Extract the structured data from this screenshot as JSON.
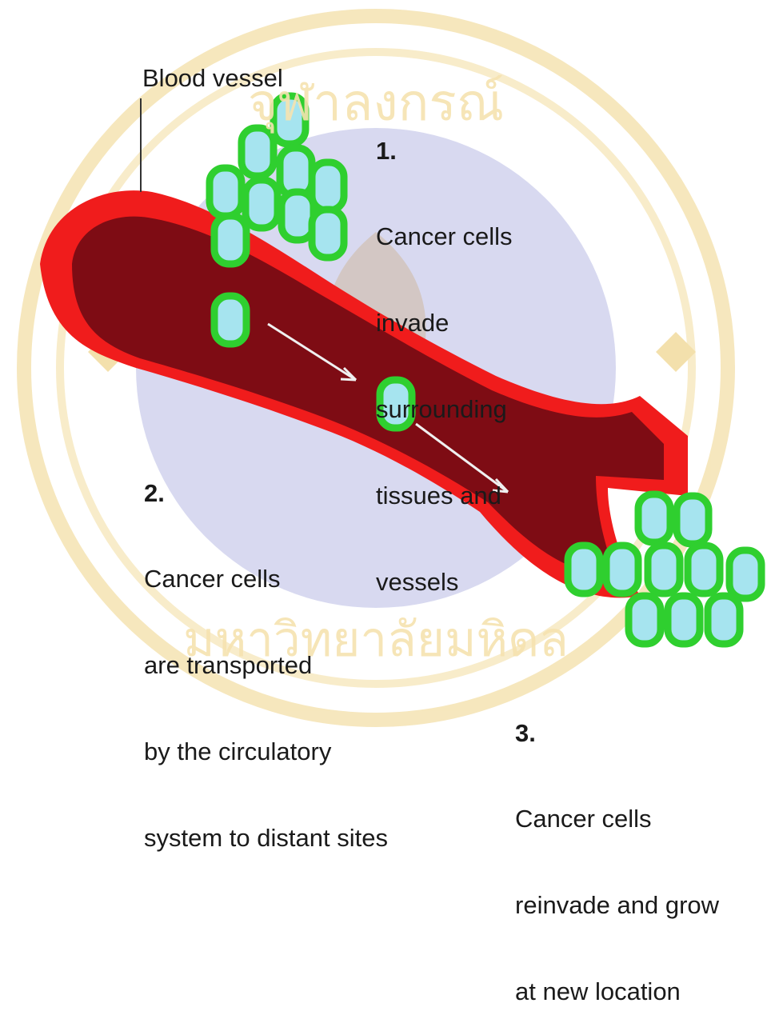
{
  "labels": {
    "vessel": "Blood vessel",
    "step1_num": "1.",
    "step1_lines": [
      "Cancer cells",
      "invade",
      "surrounding",
      "tissues and",
      "vessels"
    ],
    "step2_num": "2.",
    "step2_lines": [
      "Cancer cells",
      "are transported",
      "by the circulatory",
      "system to distant sites"
    ],
    "step3_num": "3.",
    "step3_lines": [
      "Cancer cells",
      "reinvade and grow",
      "at new location"
    ]
  },
  "watermark": {
    "text_top": "จุฬาลงกรณ์",
    "text_bottom": "มหาวิทยาลัยมหิดล"
  },
  "colors": {
    "vessel_outer": "#f01c1c",
    "vessel_inner": "#7e0c14",
    "cell_ring": "#2fcf2f",
    "cell_fill": "#a6e4ef",
    "seal_fill": "#d4d6ef",
    "seal_ring": "#f6e3b0",
    "arrow": "#f0f0f0"
  }
}
